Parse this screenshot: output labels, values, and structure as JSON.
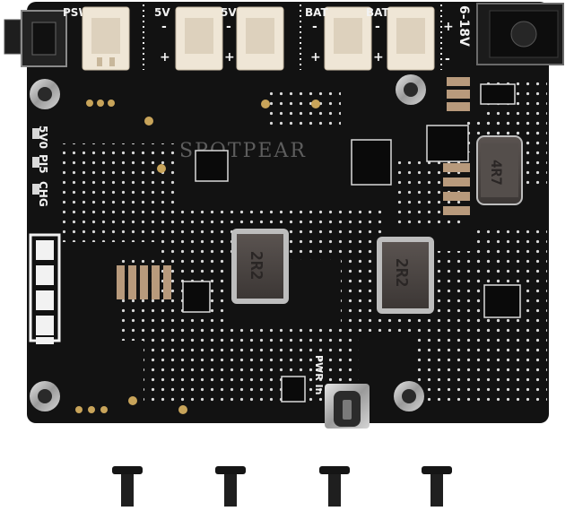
{
  "board": {
    "pcb_color": "#121212",
    "silk_color": "#f2f2f2",
    "connectors": {
      "psw": "PSW",
      "out1": "5V",
      "out2": "5V",
      "bat1": "BAT",
      "bat2": "BAT",
      "dc_in": "6-18V"
    },
    "polarity": {
      "plus": "+",
      "minus": "-"
    },
    "leds": {
      "v5": "5V0",
      "pi5": "PI5",
      "chg": "CHG"
    },
    "logo": "SPOTPEAR",
    "inductors": {
      "small": "4R7",
      "big1": "2R2",
      "big2": "2R2"
    },
    "usb_label": "PWR In"
  },
  "accessories": {
    "screws": 4
  }
}
